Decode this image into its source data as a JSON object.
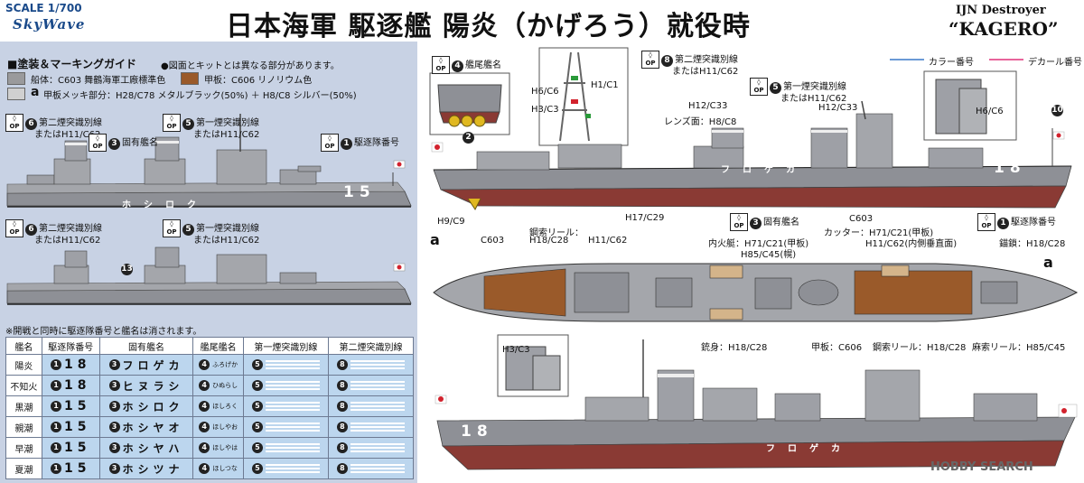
{
  "header": {
    "scale": "SCALE 1/700",
    "brand": "SkyWave",
    "title_jp": "日本海軍 駆逐艦 陽炎（かげろう）就役時",
    "title_en_line1": "IJN Destroyer",
    "title_en_line2": "“KAGERO”"
  },
  "guide": {
    "title": "■塗装＆マーキングガイド",
    "note": "●図面とキットとは異なる部分があります。",
    "legend": [
      {
        "label": "船体：C603 舞鶴海軍工廠標準色",
        "color": "#9a9a9c"
      },
      {
        "label": "甲板：C606 リノリウム色",
        "color": "#9a5a2a"
      },
      {
        "label": "甲板メッキ部分：H28/C78 メタルブラック(50%) ＋ H8/C8 シルバー(50%)",
        "color": "#d0d0d0",
        "letter": "a"
      }
    ],
    "footnote": "※開戦と同時に駆逐隊番号と艦名は消されます。"
  },
  "left_callouts": {
    "n6a": "第二煙突識別線",
    "n6a_alt": "またはH11/C62",
    "n5a": "第一煙突識別線",
    "n5a_alt": "またはH11/C62",
    "n3": "固有艦名",
    "n1": "駆逐隊番号",
    "n6b": "第二煙突識別線",
    "n6b_alt": "またはH11/C62",
    "n5b": "第一煙突識別線",
    "n5b_alt": "またはH11/C62",
    "n13": "13"
  },
  "ship_views": {
    "left1_hull_number": "15",
    "left1_hull_name": "ホシロク",
    "right_side_number": "18",
    "right_side_name": "フロゲカ",
    "bottom_number": "18",
    "bottom_name": "フロゲカ"
  },
  "right_legend": {
    "color_number": "カラー番号",
    "decal_number": "デカール番号",
    "color_line": "#3a78c8",
    "decal_line": "#e0307a"
  },
  "right_callouts": {
    "stern_name": "艦尾艦名",
    "h6c6": "H6/C6",
    "h3c3": "H3/C3",
    "h1c1": "H1/C1",
    "n8": "第二煙突識別線",
    "n8_alt": "またはH11/C62",
    "lens": "レンズ面：H8/C8",
    "h12c33a": "H12/C33",
    "n5": "第一煙突識別線",
    "n5_alt": "またはH11/C62",
    "h12c33b": "H12/C33",
    "h6c6b": "H6/C6",
    "n10": "10",
    "n2": "2",
    "h9c9": "H9/C9",
    "h17c29": "H17/C29",
    "n3": "固有艦名",
    "c603a": "C603",
    "cutter": "カッター：H71/C21(甲板)",
    "cutter2": "H11/C62(内側垂直面)",
    "n1": "駆逐隊番号",
    "anchor": "錨鎖：H18/C28",
    "wire1": "鋼索リール：",
    "wire1b": "H18/C28",
    "h11c62": "H11/C62",
    "c603b": "C603",
    "launch": "内火艇：H71/C21(甲板)",
    "launch2": "H85/C45(幌)",
    "barrel": "銃身：H18/C28",
    "deck": "甲板：C606",
    "wire2": "鋼索リール：H18/C28",
    "rope": "麻索リール：H85/C45",
    "h3c3b": "H3/C3",
    "a1": "a",
    "a2": "a"
  },
  "table": {
    "headers": [
      "艦名",
      "駆逐隊番号",
      "固有艦名",
      "艦尾艦名",
      "第一煙突識別線",
      "第二煙突識別線"
    ],
    "rows": [
      {
        "ship": "陽炎",
        "num": "18",
        "name": "フロゲカ",
        "stern": "ふろげか"
      },
      {
        "ship": "不知火",
        "num": "18",
        "name": "ヒヌラシ",
        "stern": "ひぬらし"
      },
      {
        "ship": "黒潮",
        "num": "15",
        "name": "ホシロク",
        "stern": "ほしろく"
      },
      {
        "ship": "親潮",
        "num": "15",
        "name": "ホシヤオ",
        "stern": "ほしやお"
      },
      {
        "ship": "早潮",
        "num": "15",
        "name": "ホシヤハ",
        "stern": "ほしやは"
      },
      {
        "ship": "夏潮",
        "num": "15",
        "name": "ホシツナ",
        "stern": "ほしつな"
      }
    ],
    "col_badges": [
      "1",
      "3",
      "4",
      "5",
      "8"
    ]
  },
  "watermark": "HOBBY SEARCH",
  "colors": {
    "hull_gray": "#8e9096",
    "hull_red": "#8a3a34",
    "deck_brown": "#9a5a2a",
    "panel_blue": "#c8d2e4",
    "table_blue": "#bcd6ee"
  }
}
